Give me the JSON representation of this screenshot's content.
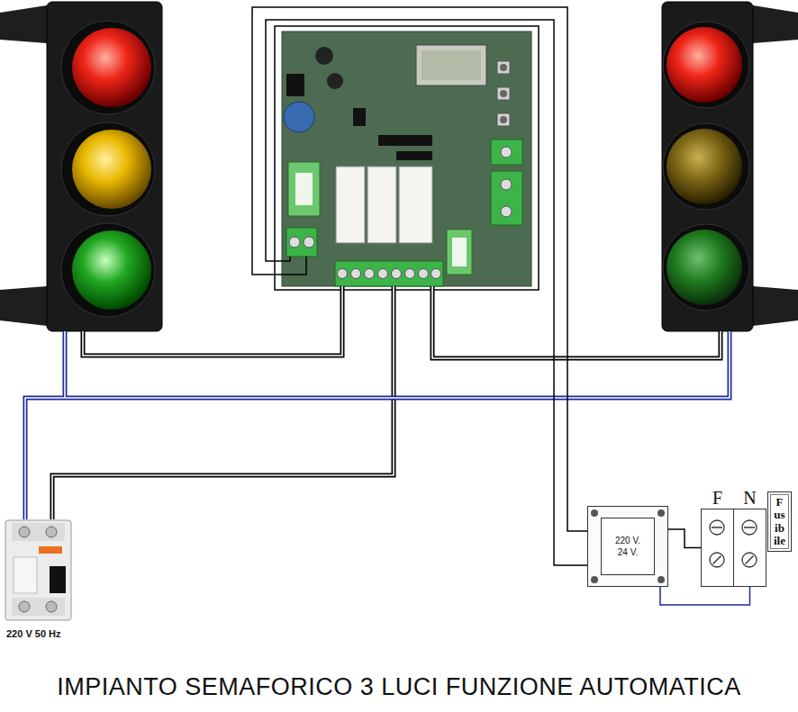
{
  "diagram": {
    "title": "IMPIANTO SEMAFORICO 3 LUCI FUNZIONE AUTOMATICA",
    "nodes": [
      {
        "text": [
          "220 V 50 Hz"
        ]
      },
      {
        "text": [
          "220 V.",
          "24 V."
        ]
      },
      {
        "text": [
          "F"
        ]
      },
      {
        "text": [
          "N"
        ]
      },
      {
        "text": [
          "Fusibile"
        ]
      }
    ],
    "edges": [
      {
        "from": 1,
        "to": 2,
        "arrow": "none"
      },
      {
        "from": 1,
        "to": 3,
        "arrow": "none"
      }
    ]
  }
}
